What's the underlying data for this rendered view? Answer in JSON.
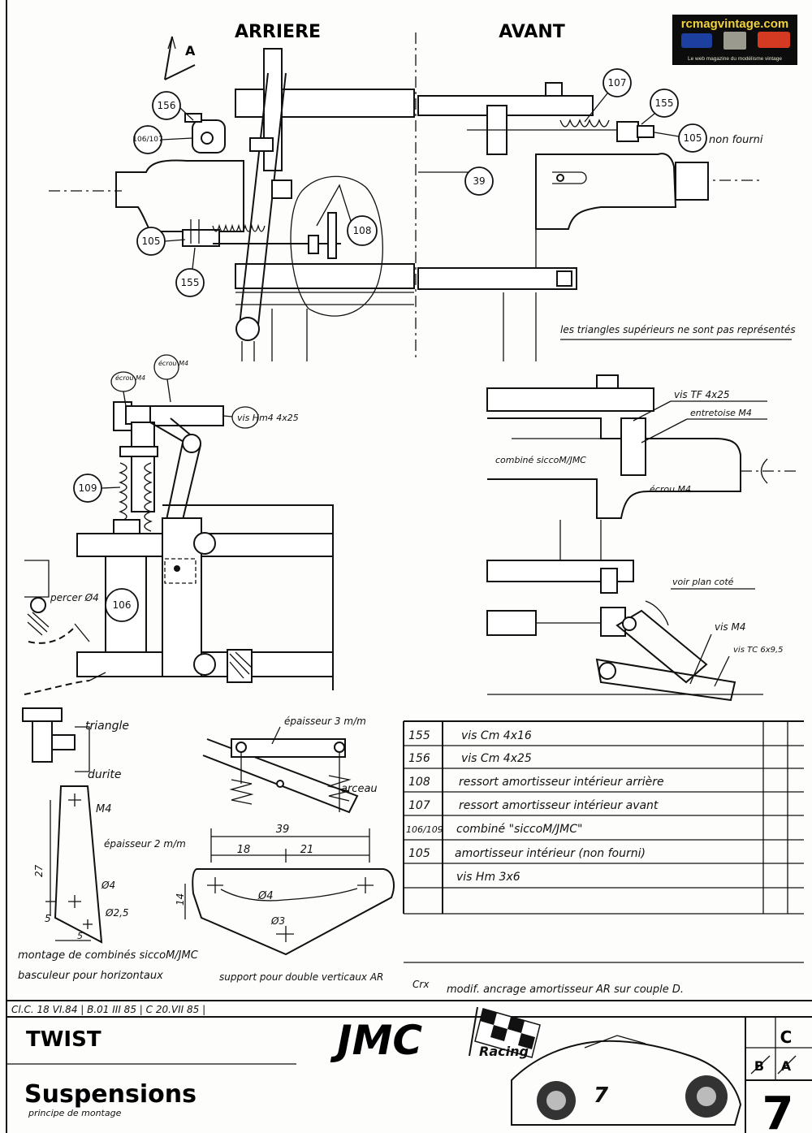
{
  "header": {
    "rear_label": "ARRIERE",
    "front_label": "AVANT",
    "view_marker": "A"
  },
  "badge": {
    "site": "rcmagvintage.com",
    "tagline": "Le web magazine du modélisme vintage"
  },
  "callouts": {
    "c156": "156",
    "c106_107": "106/107",
    "c105_left": "105",
    "c155_left": "155",
    "c108": "108",
    "c107": "107",
    "c155_right": "155",
    "c105_right": "105",
    "c39": "39",
    "c109": "109",
    "c106": "106"
  },
  "notes": {
    "non_fourni": "non fourni",
    "triangles_note": "les triangles supérieurs ne sont pas représentés",
    "ecrou_m4_a": "écrou M4",
    "ecrou_m4_b": "écrou M4",
    "vis_m4_4x25": "vis Hm4 4x25",
    "percer": "percer Ø4",
    "vis_tf": "vis TF 4x25",
    "entretoise": "entretoise M4",
    "combine": "combiné siccoM/JMC",
    "ecrou_m4_c": "écrou M4",
    "voir_plan": "voir plan coté",
    "vis_m4": "vis M4",
    "vis_tc": "vis TC 6x9,5",
    "triangle": "triangle",
    "durite": "durite",
    "epaisseur_3": "épaisseur 3 m/m",
    "arceau": "arceau",
    "m4": "M4",
    "epaisseur_2": "épaisseur 2 m/m",
    "d4_small": "Ø4",
    "d25": "Ø2,5",
    "dim_27": "27",
    "dim_5v": "5",
    "dim_5h": "5",
    "dim_39": "39",
    "dim_18": "18",
    "dim_21": "21",
    "dim_d4": "Ø4",
    "dim_14": "14",
    "dim_d3": "Ø3",
    "caption_montage": "montage de combinés siccoM/JMC",
    "caption_basculeur": "basculeur pour horizontaux",
    "caption_support": "support pour double verticaux AR"
  },
  "parts_table": [
    {
      "ref": "155",
      "desc": "vis Cm 4x16"
    },
    {
      "ref": "156",
      "desc": "vis Cm 4x25"
    },
    {
      "ref": "108",
      "desc": "ressort amortisseur intérieur arrière"
    },
    {
      "ref": "107",
      "desc": "ressort amortisseur intérieur avant"
    },
    {
      "ref": "106/109",
      "desc": "combiné \"siccoM/JMC\""
    },
    {
      "ref": "105",
      "desc": "amortisseur intérieur   (non fourni)"
    },
    {
      "ref": "",
      "desc": "vis Hm 3x6"
    }
  ],
  "revision": {
    "mark": "Crx",
    "text": "modif. ancrage amortisseur AR sur couple D."
  },
  "title_block": {
    "dates": "Cl.C. 18 VI.84 | B.01 III 85 | C 20.VII 85 |",
    "product": "TWIST",
    "subject": "Suspensions",
    "subtitle": "principe de montage",
    "brand": "JMC",
    "brand_sub": "Racing",
    "rev_letter": "C",
    "rev_old_b": "B",
    "rev_old_a": "A",
    "sheet_number": "7",
    "car_number": "7"
  }
}
